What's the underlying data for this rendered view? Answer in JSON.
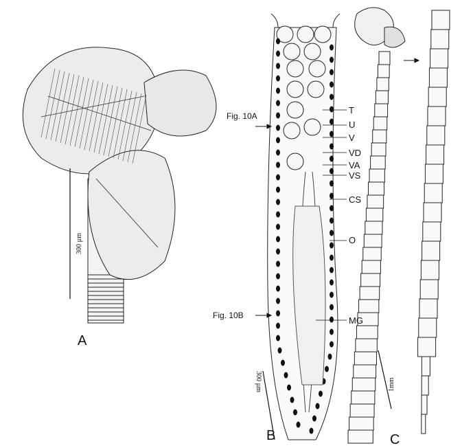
{
  "figure": {
    "panels": {
      "a": "A",
      "b": "B",
      "c": "C"
    },
    "scale_bars": {
      "a": "300 µm",
      "b": "300 µm",
      "c": "1mm"
    },
    "labels_b": [
      "T",
      "U",
      "V",
      "VD",
      "VA",
      "VS",
      "CS",
      "O",
      "MG"
    ],
    "arrows_b": {
      "top": "Fig. 10A",
      "bottom": "Fig. 10B"
    }
  }
}
